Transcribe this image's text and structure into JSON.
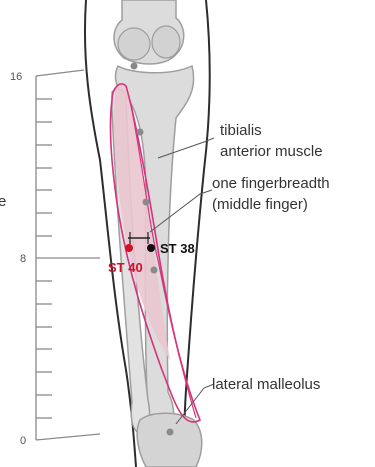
{
  "scale": {
    "tick_labels": [
      "16",
      "8",
      "0"
    ]
  },
  "labels": {
    "cut_left": "e",
    "muscle_line1": "tibialis",
    "muscle_line2": "anterior muscle",
    "finger_line1": "one fingerbreadth",
    "finger_line2": "(middle finger)",
    "st38": "ST 38",
    "st40": "ST 40",
    "malleolus": "lateral malleolus"
  },
  "colors": {
    "skin": "#ffffff",
    "bone": "#dcdcdc",
    "bone_stroke": "#9e9e9e",
    "muscle_fill": "#e9c7cf",
    "muscle_stroke": "#d8327a",
    "scale": "#8a8a8a",
    "text": "#333333",
    "st40": "#d0112b",
    "st38": "#111111"
  }
}
